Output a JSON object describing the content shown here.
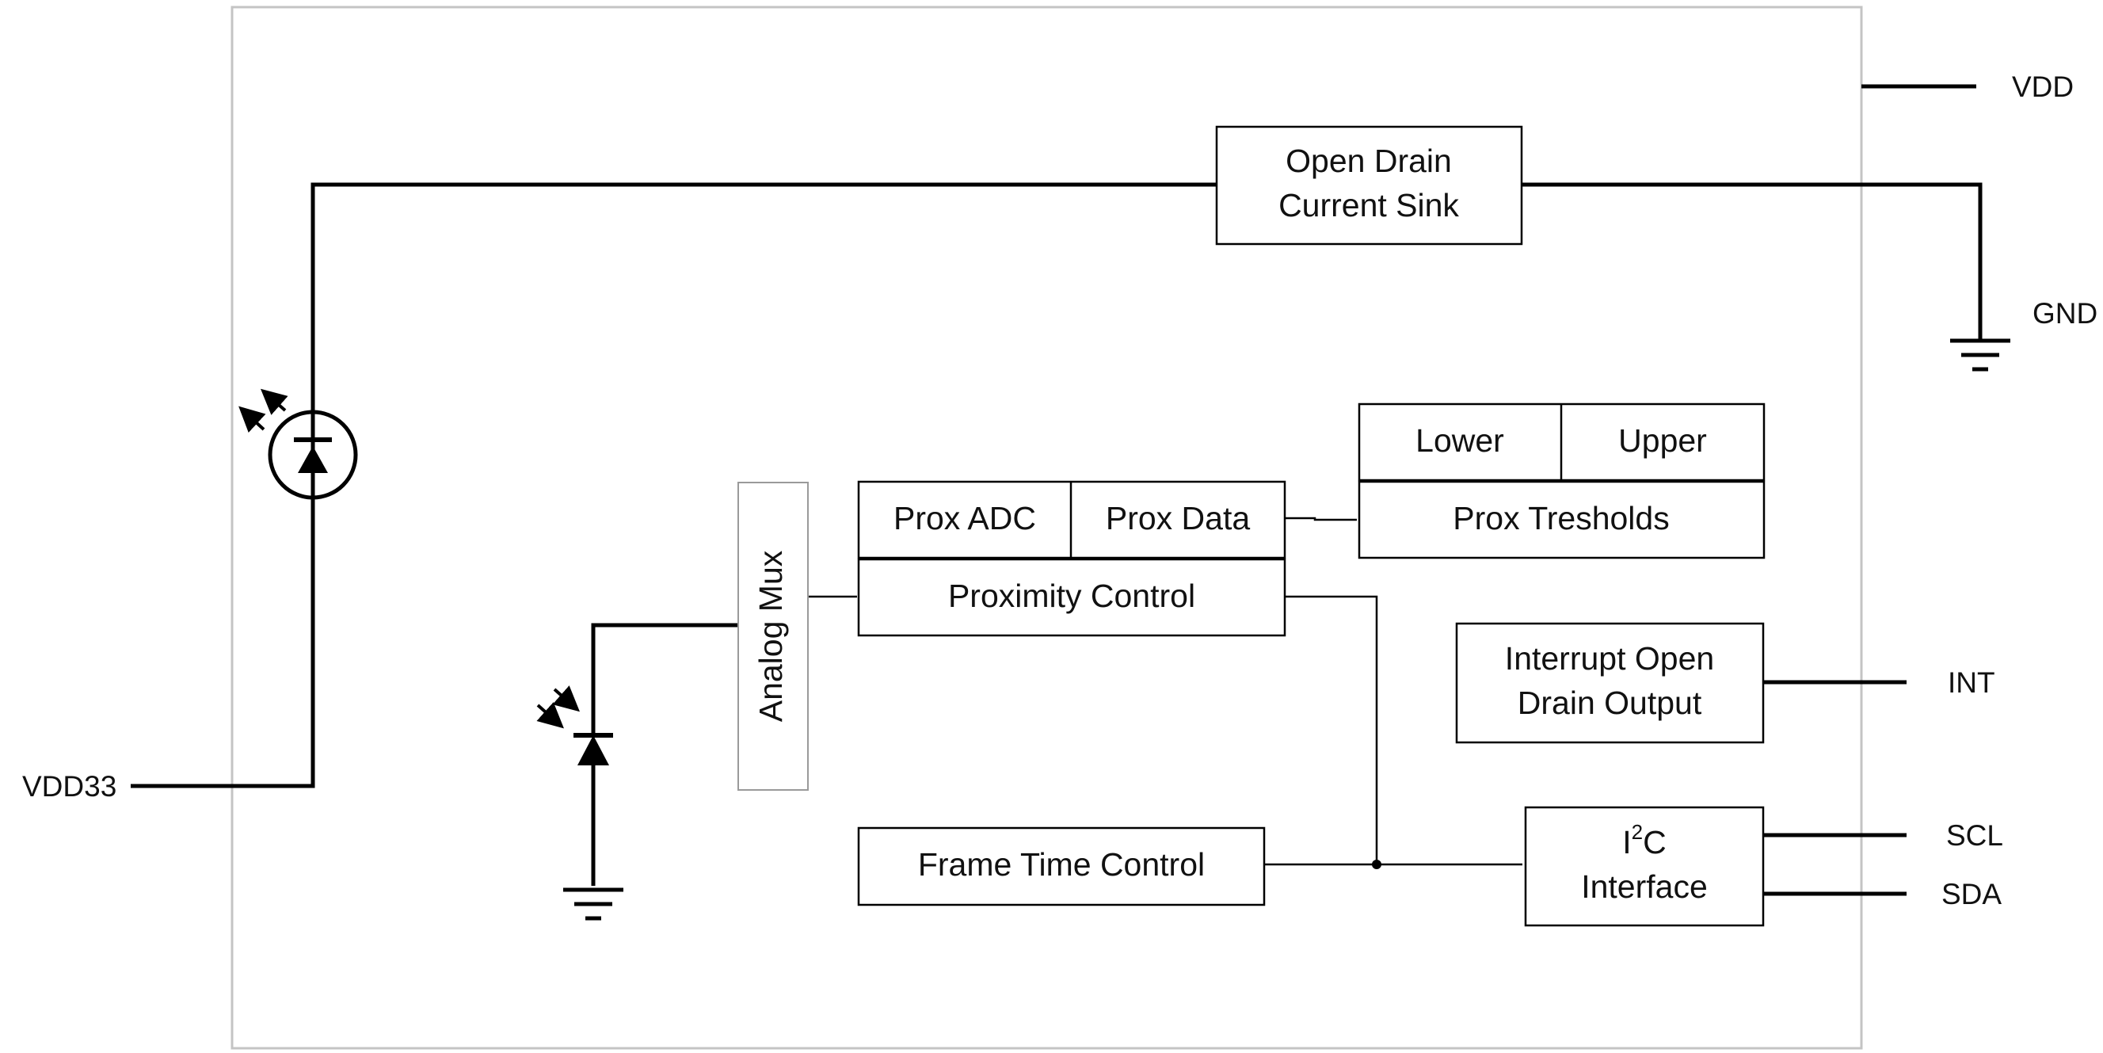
{
  "diagram": {
    "blocks": {
      "open_drain_line1": "Open Drain",
      "open_drain_line2": "Current Sink",
      "lower": "Lower",
      "upper": "Upper",
      "prox_thresholds": "Prox Tresholds",
      "prox_adc": "Prox ADC",
      "prox_data": "Prox Data",
      "proximity_control": "Proximity Control",
      "analog_mux": "Analog Mux",
      "interrupt_line1": "Interrupt Open",
      "interrupt_line2": "Drain Output",
      "frame_time_control": "Frame Time Control",
      "i2c_prefix": "I",
      "i2c_superscript": "2",
      "i2c_suffix": "C",
      "i2c_line2": "Interface"
    },
    "pins": {
      "vdd": "VDD",
      "gnd": "GND",
      "vdd33": "VDD33",
      "int": "INT",
      "scl": "SCL",
      "sda": "SDA"
    },
    "icons": [
      "led-emitter-icon",
      "photodiode-icon",
      "ground-icon"
    ]
  }
}
